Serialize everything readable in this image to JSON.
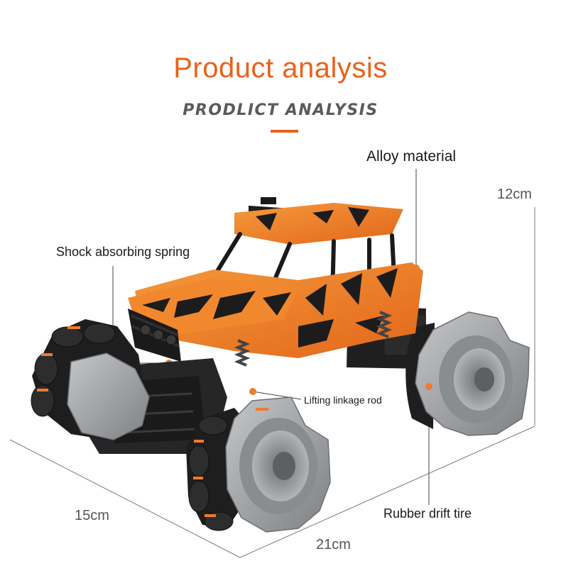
{
  "header": {
    "title": "Product analysis",
    "subtitle": "PRODLICT ANALYSIS"
  },
  "callouts": {
    "alloy": "Alloy material",
    "shock": "Shock absorbing spring",
    "lifting": "Lifting linkage rod",
    "tire": "Rubber drift tire"
  },
  "dimensions": {
    "height": "12cm",
    "width": "15cm",
    "length": "21cm"
  },
  "colors": {
    "accent": "#e9611c",
    "body_stripe": "#1c1c1c",
    "tire": "#9a9c9e",
    "tread": "#2a2a2a"
  }
}
